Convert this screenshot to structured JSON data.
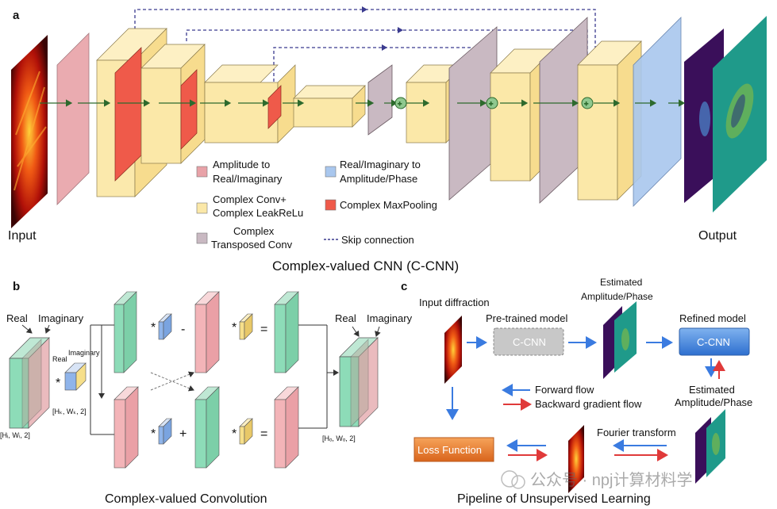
{
  "panels": {
    "a": "a",
    "b": "b",
    "c": "c"
  },
  "panel_a": {
    "input_label": "Input",
    "output_label": "Output",
    "title": "Complex-valued CNN (C-CNN)",
    "legend": {
      "amp_to_ri_1": "Amplitude to",
      "amp_to_ri_2": "Real/Imaginary",
      "ri_to_amp_1": "Real/Imaginary to",
      "ri_to_amp_2": "Amplitude/Phase",
      "conv_1": "Complex Conv+",
      "conv_2": "Complex LeakReLu",
      "maxpool": "Complex MaxPooling",
      "tconv_1": "Complex",
      "tconv_2": "Transposed Conv",
      "skip": "Skip connection"
    },
    "colors": {
      "amp_to_ri": "#e8a2a8",
      "ri_to_amp": "#a9c7ee",
      "conv": "#fbe8a8",
      "maxpool": "#ef5a4a",
      "tconv": "#c9b9c2"
    }
  },
  "panel_b": {
    "real": "Real",
    "imaginary": "Imaginary",
    "real_small": "Real",
    "imaginary_small": "Imaginary",
    "hi_dims": "[Hᵢ, Wᵢ, 2]",
    "hk_dims": "[Hₖ, Wₖ, 2]",
    "ho_dims": "[Hₒ, Wₒ, 2]",
    "real2": "Real",
    "imaginary2": "Imaginary",
    "star": "*",
    "minus": "-",
    "plus": "+",
    "equals": "=",
    "title": "Complex-valued Convolution"
  },
  "panel_c": {
    "input_diffraction": "Input diffraction",
    "pretrained": "Pre-trained model",
    "ccnn_1": "C-CNN",
    "estimated_top_1": "Estimated",
    "estimated_top_2": "Amplitude/Phase",
    "refined": "Refined model",
    "ccnn_2": "C-CNN",
    "forward_flow": "Forward flow",
    "backward_flow": "Backward gradient flow",
    "estimated_right_1": "Estimated",
    "estimated_right_2": "Amplitude/Phase",
    "loss_function": "Loss Function",
    "fourier": "Fourier transform",
    "title": "Pipeline of Unsupervised Learning",
    "watermark": "公众号 · npj计算材料学"
  }
}
